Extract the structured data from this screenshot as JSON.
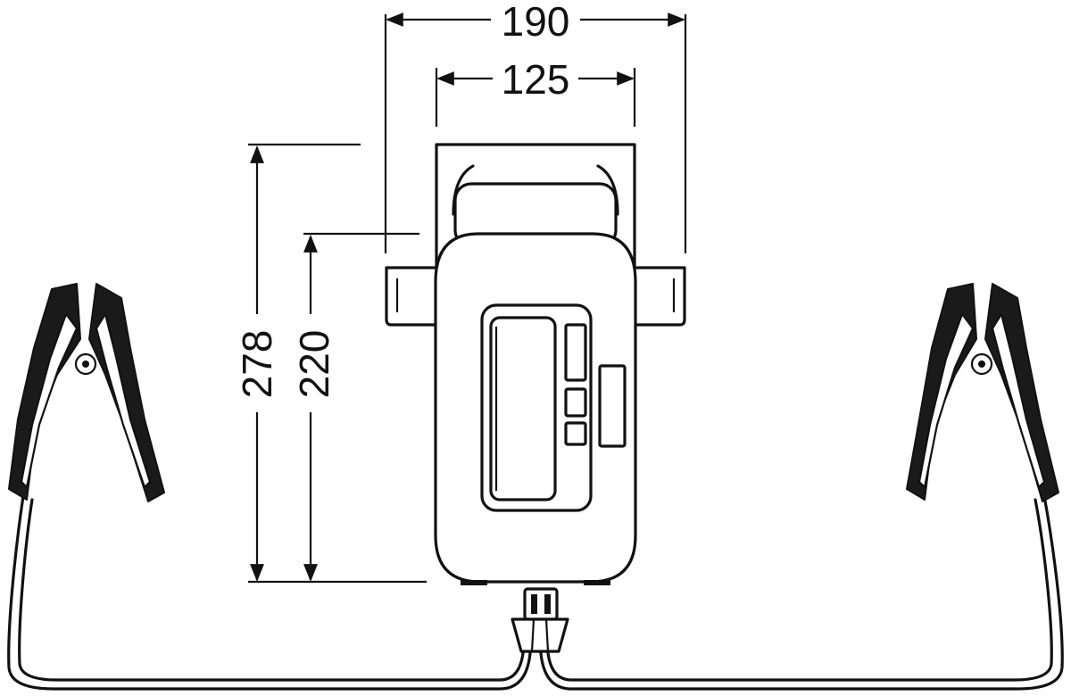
{
  "dimensions": {
    "total_width": "190",
    "bracket_width": "125",
    "total_height": "278",
    "body_height": "220"
  },
  "colors": {
    "stroke": "#111111",
    "background": "#ffffff"
  }
}
